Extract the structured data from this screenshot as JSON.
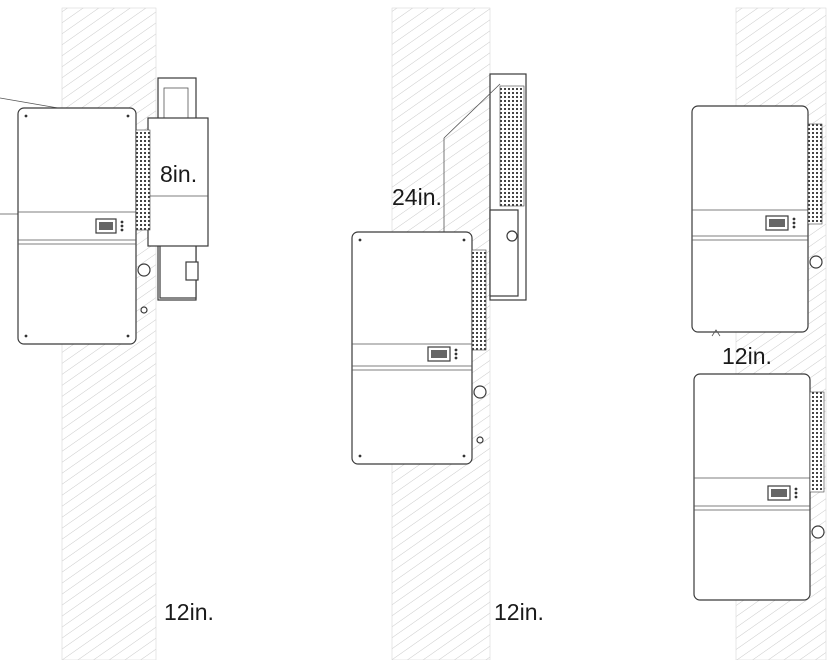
{
  "labels": {
    "side_clearance": "8in.",
    "top_clearance": "24in.",
    "between_clearance": "12in.",
    "bottom_clearance_left": "12in.",
    "bottom_clearance_middle": "12in."
  },
  "colors": {
    "outline": "#3a3a3a",
    "hatch": "#bdbdbd",
    "background": "#ffffff"
  }
}
